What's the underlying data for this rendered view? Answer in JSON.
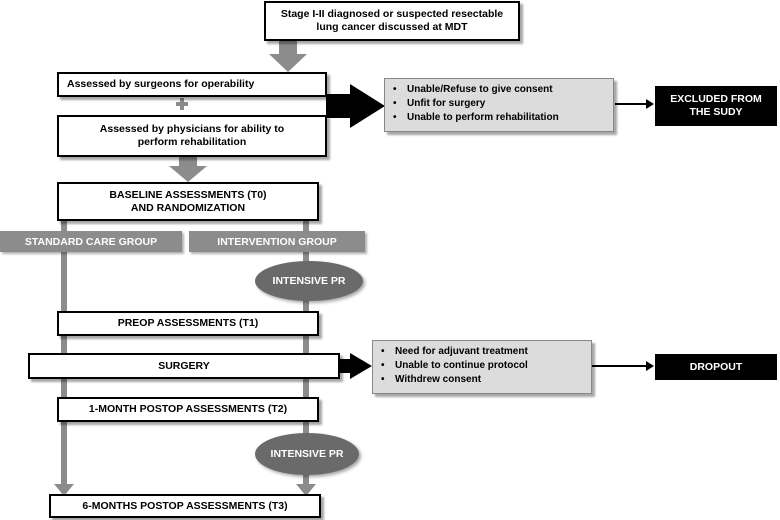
{
  "nodes": {
    "mdt": "Stage I-II diagnosed or suspected resectable\nlung cancer discussed at MDT",
    "surgeons": "Assessed by surgeons for operability",
    "physicians": "Assessed by physicians for ability to\nperform rehabilitation",
    "baseline": "BASELINE ASSESSMENTS (T0)\nAND RANDOMIZATION",
    "standard_group": "STANDARD CARE GROUP",
    "intervention_group": "INTERVENTION GROUP",
    "intensive_pr_1": "INTENSIVE PR",
    "preop": "PREOP ASSESSMENTS (T1)",
    "surgery": "SURGERY",
    "postop_1m": "1-MONTH POSTOP ASSESSMENTS (T2)",
    "intensive_pr_2": "INTENSIVE PR",
    "postop_6m": "6-MONTHS POSTOP ASSESSMENTS (T3)"
  },
  "exclusion_reasons": [
    "Unable/Refuse to give consent",
    "Unfit for surgery",
    "Unable to perform rehabilitation"
  ],
  "dropout_reasons": [
    "Need for adjuvant treatment",
    "Unable to continue protocol",
    "Withdrew consent"
  ],
  "outcomes": {
    "excluded": "EXCLUDED FROM\nTHE SUDY",
    "dropout": "DROPOUT"
  },
  "colors": {
    "gray_bar": "#8c8c8c",
    "oval": "#6a6a6a",
    "reason_box": "#dcdcdc",
    "outcome_box": "#000000"
  }
}
